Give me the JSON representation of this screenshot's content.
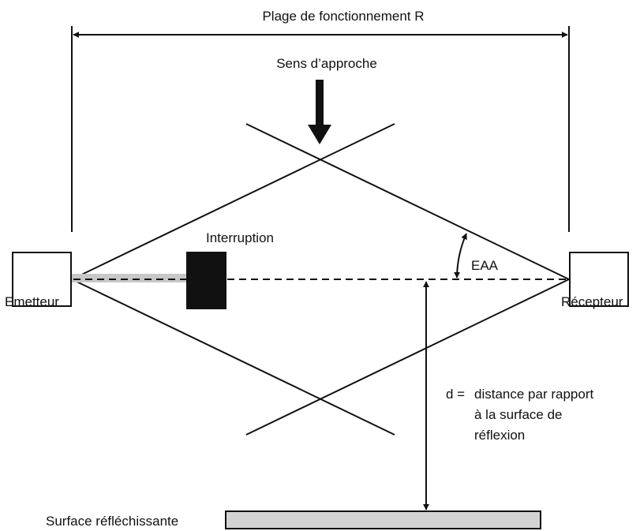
{
  "labels": {
    "operating_range": "Plage de fonctionnement R",
    "approach_direction": "Sens d’approche",
    "interruption": "Interruption",
    "eaa": "EAA",
    "emitter": "Emetteur",
    "receiver": "Récepteur",
    "distance_line1": "d =",
    "distance_line2": "distance par rapport",
    "distance_line3": "à la surface de",
    "distance_line4": "réflexion",
    "reflective_surface": "Surface réfléchissante"
  },
  "colors": {
    "stroke": "#111111",
    "beam_shadow": "#c8c8c8",
    "obstacle": "#111111",
    "surface_fill": "#d3d3d3"
  }
}
